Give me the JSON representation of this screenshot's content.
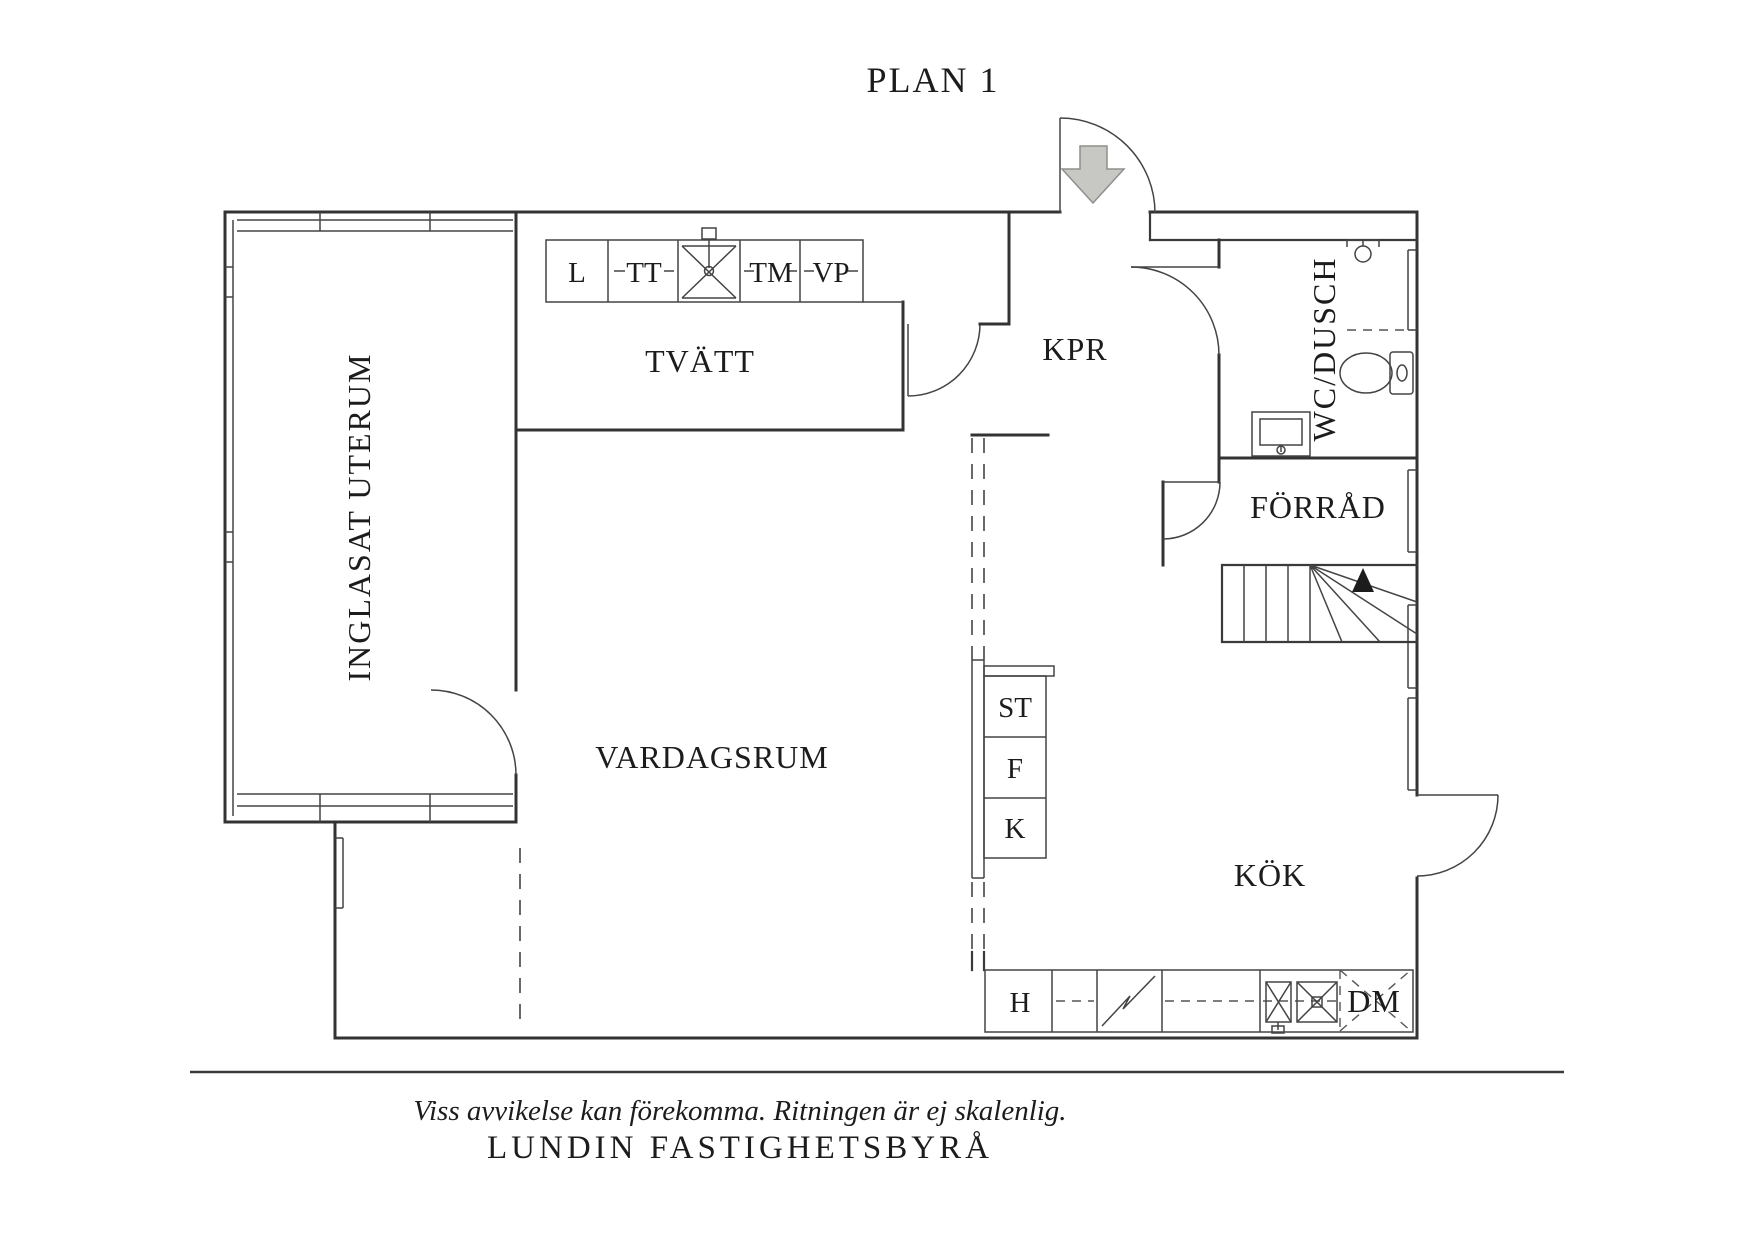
{
  "title": "PLAN 1",
  "rooms": {
    "inglasat_uterum": "INGLASAT UTERUM",
    "tvatt": "TVÄTT",
    "kpr": "KPR",
    "wc_dusch": "WC/DUSCH",
    "forrad": "FÖRRÅD",
    "vardagsrum": "VARDAGSRUM",
    "kok": "KÖK"
  },
  "appliances": {
    "l": "L",
    "tt": "TT",
    "tm": "TM",
    "vp": "VP",
    "st": "ST",
    "f": "F",
    "k": "K",
    "h": "H",
    "dm": "DM"
  },
  "footer": {
    "disclaimer": "Viss avvikelse kan förekomma. Ritningen är ej skalenlig.",
    "brand": "LUNDIN FASTIGHETSBYRÅ"
  },
  "colors": {
    "line": "#333333",
    "entry_arrow_fill": "#c7c7c4",
    "stair_arrow_fill": "#1c1c1c"
  }
}
